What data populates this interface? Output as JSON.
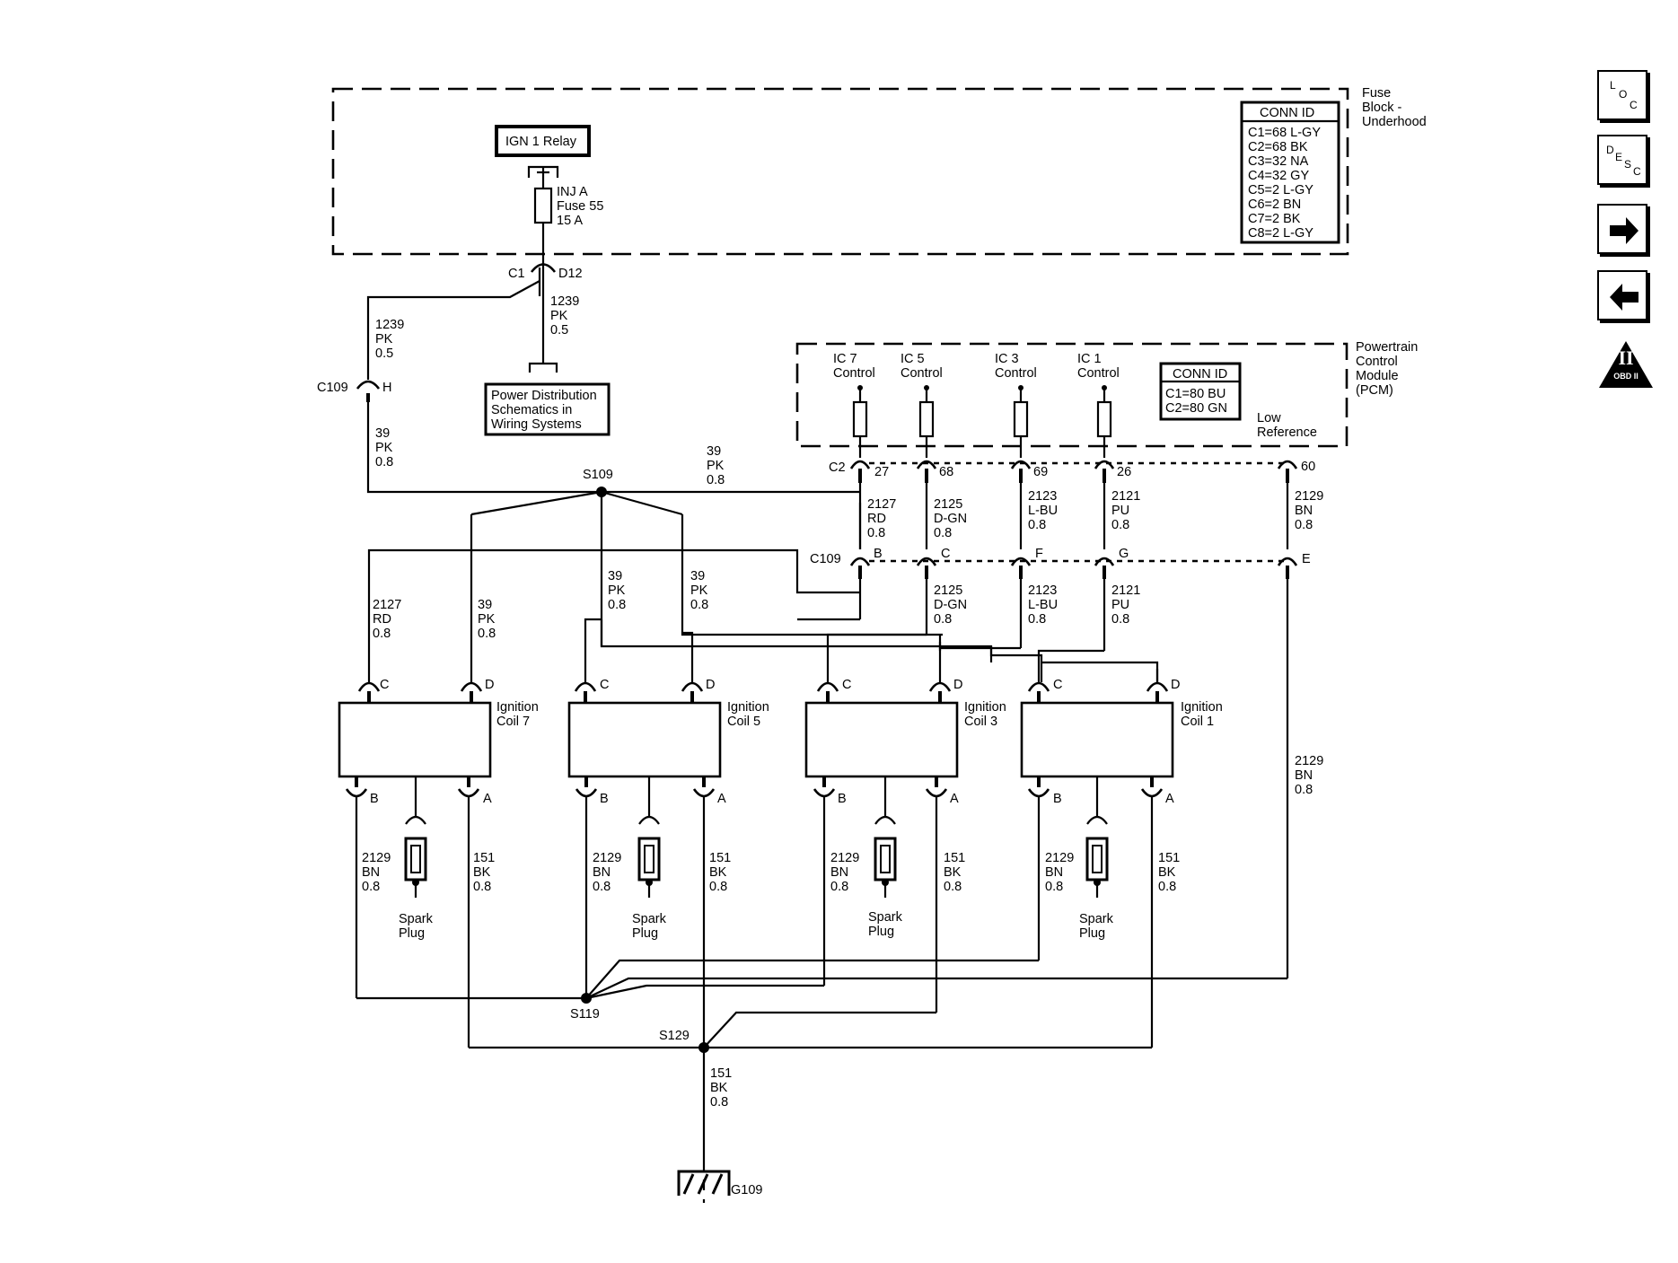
{
  "fuse_block": {
    "name_lines": [
      "Fuse",
      "Block -",
      "Underhood"
    ],
    "relay_label": "IGN 1 Relay",
    "fuse_lines": [
      "INJ A",
      "Fuse 55",
      "15 A"
    ],
    "conn_id_title": "CONN ID",
    "conn_ids": [
      "C1=68 L-GY",
      "C2=68 BK",
      "C3=32 NA",
      "C4=32 GY",
      "C5=2 L-GY",
      "C6=2 BN",
      "C7=2 BK",
      "C8=2 L-GY"
    ],
    "conn_c1": "C1",
    "conn_d12": "D12"
  },
  "power_distribution": {
    "lines": [
      "Power Distribution",
      "Schematics in",
      "Wiring  Systems"
    ]
  },
  "pcm": {
    "name_lines": [
      "Powertrain",
      "Control",
      "Module",
      "(PCM)"
    ],
    "conn_id_title": "CONN ID",
    "conn_ids": [
      "C1=80 BU",
      "C2=80 GN"
    ],
    "ic7": [
      "IC 7",
      "Control"
    ],
    "ic5": [
      "IC 5",
      "Control"
    ],
    "ic3": [
      "IC 3",
      "Control"
    ],
    "ic1": [
      "IC 1",
      "Control"
    ],
    "low_ref": [
      "Low",
      "Reference"
    ],
    "conn_c2": "C2",
    "pins": [
      "27",
      "68",
      "69",
      "26",
      "60"
    ]
  },
  "connectors": {
    "c109": "C109",
    "c109_h": "H",
    "c109_pins": [
      "B",
      "C",
      "F",
      "G",
      "E"
    ]
  },
  "wires": {
    "w1239_left": [
      "1239",
      "PK",
      "0.5"
    ],
    "w1239_right": [
      "1239",
      "PK",
      "0.5"
    ],
    "w39_left": [
      "39",
      "PK",
      "0.8"
    ],
    "w39_top": [
      "39",
      "PK",
      "0.8"
    ],
    "w2127_upper": [
      "2127",
      "RD",
      "0.8"
    ],
    "w2125_upper": [
      "2125",
      "D-GN",
      "0.8"
    ],
    "w2123_upper": [
      "2123",
      "L-BU",
      "0.8"
    ],
    "w2121_upper": [
      "2121",
      "PU",
      "0.8"
    ],
    "w2129_upper": [
      "2129",
      "BN",
      "0.8"
    ],
    "w2127_coil7": [
      "2127",
      "RD",
      "0.8"
    ],
    "w39_coil7": [
      "39",
      "PK",
      "0.8"
    ],
    "w39_coil5c": [
      "39",
      "PK",
      "0.8"
    ],
    "w39_coil5d": [
      "39",
      "PK",
      "0.8"
    ],
    "w2125_lower": [
      "2125",
      "D-GN",
      "0.8"
    ],
    "w2123_lower": [
      "2123",
      "L-BU",
      "0.8"
    ],
    "w2121_lower": [
      "2121",
      "PU",
      "0.8"
    ],
    "w2129_right": [
      "2129",
      "BN",
      "0.8"
    ],
    "w151_ground": [
      "151",
      "BK",
      "0.8"
    ]
  },
  "splices": {
    "s109": "S109",
    "s119": "S119",
    "s129": "S129"
  },
  "ground": "G109",
  "coils": [
    {
      "name": [
        "Ignition",
        "Coil 7"
      ],
      "pins": [
        "C",
        "D",
        "B",
        "A"
      ],
      "bn": [
        "2129",
        "BN",
        "0.8"
      ],
      "bk": [
        "151",
        "BK",
        "0.8"
      ],
      "plug": [
        "Spark",
        "Plug"
      ]
    },
    {
      "name": [
        "Ignition",
        "Coil 5"
      ],
      "pins": [
        "C",
        "D",
        "B",
        "A"
      ],
      "bn": [
        "2129",
        "BN",
        "0.8"
      ],
      "bk": [
        "151",
        "BK",
        "0.8"
      ],
      "plug": [
        "Spark",
        "Plug"
      ]
    },
    {
      "name": [
        "Ignition",
        "Coil 3"
      ],
      "pins": [
        "C",
        "D",
        "B",
        "A"
      ],
      "bn": [
        "2129",
        "BN",
        "0.8"
      ],
      "bk": [
        "151",
        "BK",
        "0.8"
      ],
      "plug": [
        "Spark",
        "Plug"
      ]
    },
    {
      "name": [
        "Ignition",
        "Coil 1"
      ],
      "pins": [
        "C",
        "D",
        "B",
        "A"
      ],
      "bn": [
        "2129",
        "BN",
        "0.8"
      ],
      "bk": [
        "151",
        "BK",
        "0.8"
      ],
      "plug": [
        "Spark",
        "Plug"
      ]
    }
  ],
  "nav": {
    "loc": [
      "L",
      "O",
      "C"
    ],
    "desc": [
      "D",
      "E",
      "S",
      "C"
    ],
    "next_icon": "right-arrow-icon",
    "prev_icon": "left-arrow-icon",
    "obd_numeral": "II",
    "obd_label": "OBD II"
  }
}
